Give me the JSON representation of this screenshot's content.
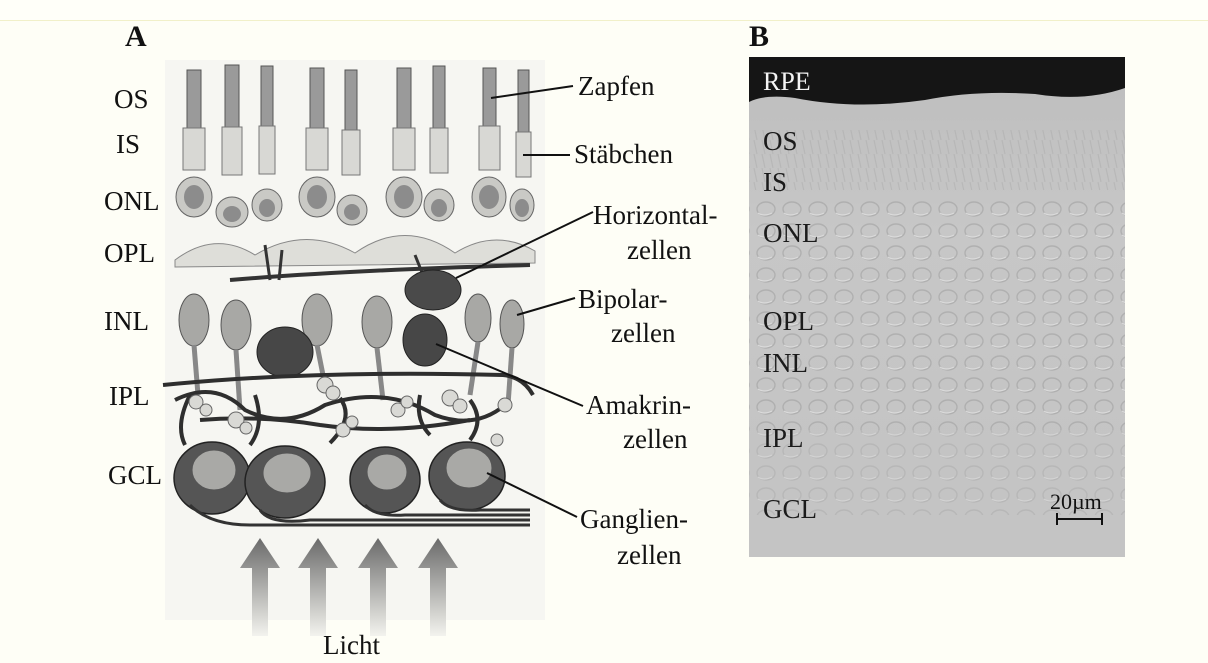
{
  "panels": {
    "a": {
      "letter": "A"
    },
    "b": {
      "letter": "B"
    }
  },
  "panel_a": {
    "layers": [
      "OS",
      "IS",
      "ONL",
      "OPL",
      "INL",
      "IPL",
      "GCL"
    ],
    "cells": {
      "zapfen": "Zapfen",
      "staebchen": "Stäbchen",
      "horizontal_1": "Horizontal-",
      "horizontal_2": "zellen",
      "bipolar_1": "Bipolar-",
      "bipolar_2": "zellen",
      "amakrin_1": "Amakrin-",
      "amakrin_2": "zellen",
      "ganglien_1": "Ganglien-",
      "ganglien_2": "zellen"
    },
    "light": "Licht"
  },
  "panel_b": {
    "layers": [
      "RPE",
      "OS",
      "IS",
      "ONL",
      "OPL",
      "INL",
      "IPL",
      "GCL"
    ],
    "scale": "20µm"
  }
}
